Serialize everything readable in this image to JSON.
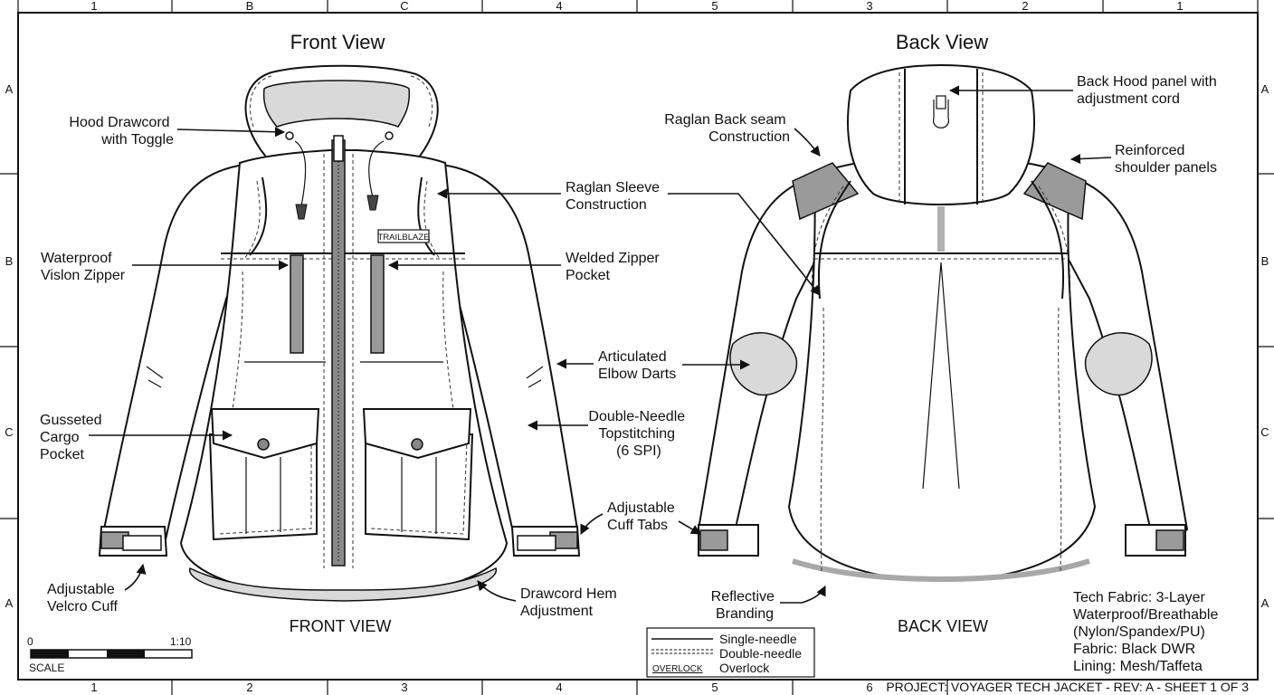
{
  "sheet": {
    "top_zones": [
      "1",
      "B",
      "C",
      "4",
      "5",
      "3",
      "2",
      "1"
    ],
    "bottom_zones": [
      "1",
      "2",
      "3",
      "4",
      "5",
      "6"
    ],
    "side_zones": [
      "A",
      "B",
      "C",
      "A"
    ]
  },
  "front": {
    "title": "Front View",
    "caption": "FRONT VIEW",
    "brand_label": "TRAILBLAZE"
  },
  "back": {
    "title": "Back View",
    "caption": "BACK VIEW"
  },
  "callouts": {
    "hood_drawcord": [
      "Hood Drawcord",
      "with Toggle"
    ],
    "waterproof_zipper": [
      "Waterproof",
      "Vislon Zipper"
    ],
    "gusseted_pocket": [
      "Gusseted",
      "Cargo",
      "Pocket"
    ],
    "velcro_cuff": [
      "Adjustable",
      "Velcro Cuff"
    ],
    "raglan_sleeve": [
      "Raglan Sleeve",
      "Construction"
    ],
    "welded_pocket": [
      "Welded Zipper",
      "Pocket"
    ],
    "elbow_darts": [
      "Articulated",
      "Elbow Darts"
    ],
    "topstitching": [
      "Double-Needle",
      "Topstitching",
      "(6 SPI)"
    ],
    "cuff_tabs": [
      "Adjustable",
      "Cuff Tabs"
    ],
    "drawcord_hem": [
      "Drawcord Hem",
      "Adjustment"
    ],
    "raglan_back": [
      "Raglan Back seam",
      "Construction"
    ],
    "back_hood": [
      "Back Hood panel with",
      "adjustment cord"
    ],
    "shoulder_panels": [
      "Reinforced",
      "shoulder panels"
    ],
    "reflective": [
      "Reflective",
      "Branding"
    ]
  },
  "spec": [
    "Tech Fabric: 3-Layer",
    "Waterproof/Breathable",
    "(Nylon/Spandex/PU)",
    "Fabric: Black DWR",
    "Lining: Mesh/Taffeta"
  ],
  "scale": {
    "start": "0",
    "ratio": "1:10",
    "label": "SCALE"
  },
  "legend": {
    "single": "Single-needle",
    "double": "Double-needle",
    "overlock_tag": "OVERLOCK",
    "overlock": "Overlock"
  },
  "footer": "PROJECT: VOYAGER TECH JACKET - REV: A - SHEET 1 OF 3"
}
